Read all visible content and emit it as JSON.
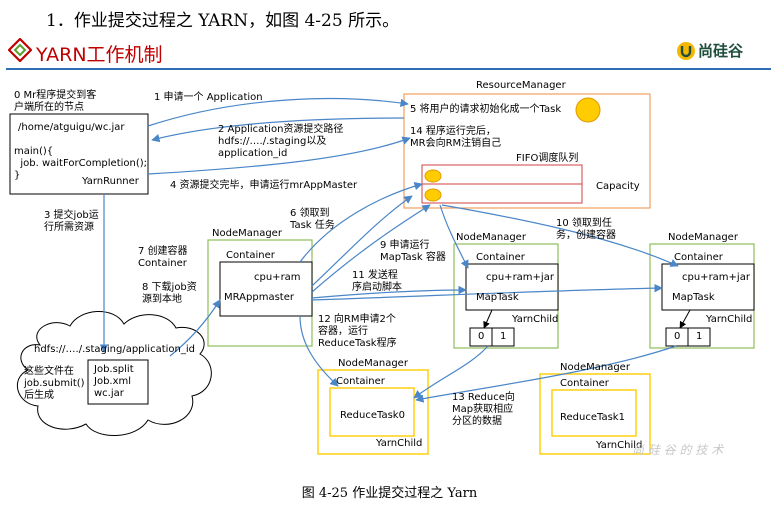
{
  "heading": "1．作业提交过程之 YARN，如图 4-25 所示。",
  "slide_title": "YARN工作机制",
  "brand": {
    "name": "尚硅谷",
    "mark": "u-logo-icon"
  },
  "caption": "图 4-25  作业提交过程之 Yarn",
  "watermark": "尚 硅 谷 的 技 术",
  "client": {
    "note": "0 Mr程序提交到客\n户端所在的节点",
    "path": "/home/atguigu/wc.jar",
    "code": "main(){\n  job. waitForCompletion();\n}",
    "runner": "YarnRunner"
  },
  "hdfs": {
    "path": "hdfs://…./.staging/application_id",
    "note": "这些文件在\njob.submit()\n后生成",
    "files": "Job.split\nJob.xml\nwc.jar"
  },
  "resource_manager": {
    "title": "ResourceManager",
    "step5": "5 将用户的请求初始化成一个Task",
    "step14": "14 程序运行完后，\nMR会向RM注销自己",
    "fifo": "FIFO调度队列",
    "capacity": "Capacity"
  },
  "steps": {
    "s1": "1 申请一个 Application",
    "s2": "2 Application资源提交路径\nhdfs://…./.staging以及\napplication_id",
    "s3": "3 提交job运\n行所需资源",
    "s4": "4 资源提交完毕，申请运行mrAppMaster",
    "s6": "6 领取到\nTask 任务",
    "s7": "7 创建容器\nContainer",
    "s8": "8 下载job资\n源到本地",
    "s9": "9 申请运行\nMapTask 容器",
    "s10": "10 领取到任\n务，创建容器",
    "s11": "11 发送程\n序启动脚本",
    "s12": "12 向RM申请2个\n容器，运行\nReduceTask程序",
    "s13": "13 Reduce向\nMap获取相应\n分区的数据"
  },
  "nm_app": {
    "title": "NodeManager",
    "container": "Container",
    "cpu": "cpu+ram",
    "app": "MRAppmaster"
  },
  "nm_map1": {
    "title": "NodeManager",
    "container": "Container",
    "cpu": "cpu+ram+jar",
    "task": "MapTask",
    "child": "YarnChild",
    "p0": "0",
    "p1": "1"
  },
  "nm_map2": {
    "title": "NodeManager",
    "container": "Container",
    "cpu": "cpu+ram+jar",
    "task": "MapTask",
    "child": "YarnChild",
    "p0": "0",
    "p1": "1"
  },
  "nm_red0": {
    "title": "NodeManager",
    "container": "Container",
    "task": "ReduceTask0",
    "child": "YarnChild"
  },
  "nm_red1": {
    "title": "NodeManager",
    "container": "Container",
    "task": "ReduceTask1",
    "child": "YarnChild"
  },
  "colors": {
    "title_red": "#c00000",
    "rm_orange": "#f0a060",
    "queue_red": "#d04040",
    "task_yellow": "#ffcc00",
    "nm_green": "#8fbf5a",
    "arrow_blue": "#4a86c8",
    "rule_blue": "#2f6db5"
  }
}
